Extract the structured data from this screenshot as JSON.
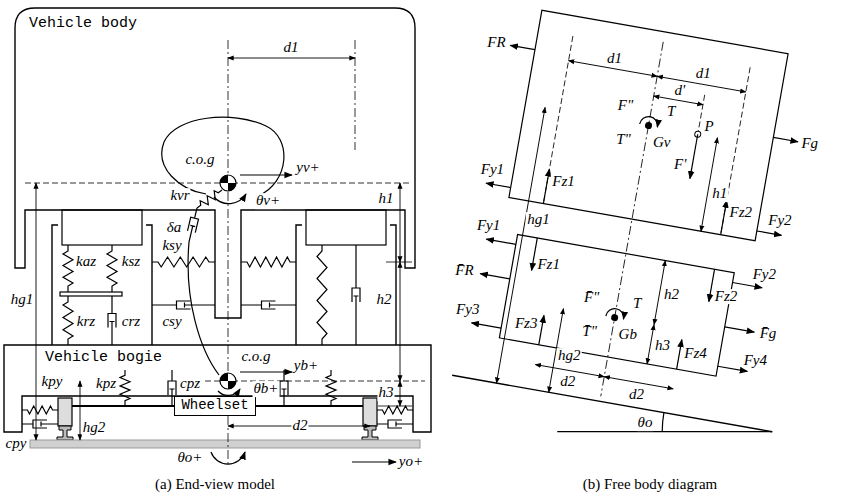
{
  "diagram": {
    "nodes": [
      {
        "text": [
          "Vehicle body"
        ]
      },
      {
        "text": [
          "Vehicle bogie"
        ]
      },
      {
        "text": [
          "Wheelset"
        ]
      }
    ],
    "labels": [
      "d1",
      "c.o.g",
      "yv+",
      "θv+",
      "kvr",
      "δa",
      "kaz",
      "ksz",
      "krz",
      "crz",
      "ksy",
      "csy",
      "h1",
      "hg1",
      "h2",
      "kpz",
      "cpz",
      "c.o.g",
      "yb+",
      "θb+",
      "h3",
      "hg2",
      "kpy",
      "cpy",
      "d2",
      "θo+",
      "yo+",
      "(a) End-view model",
      "FR",
      "Fg",
      "d1",
      "d1",
      "d'",
      "F\"",
      "T",
      "T\"",
      "Gv",
      "P",
      "F'",
      "h1",
      "hg1",
      "Fy1",
      "Fy2",
      "Fz1",
      "Fz2",
      "Fz1",
      "Fz2",
      "Fy1",
      "Fy2",
      "F̄R",
      "F̄g",
      "F̄\"",
      "T",
      "T̄\"",
      "Gb",
      "h2",
      "h3",
      "Fy3",
      "Fy4",
      "Fz3",
      "Fz4",
      "d2",
      "d2",
      "hg2",
      "θo",
      "(b) Free body diagram"
    ]
  }
}
